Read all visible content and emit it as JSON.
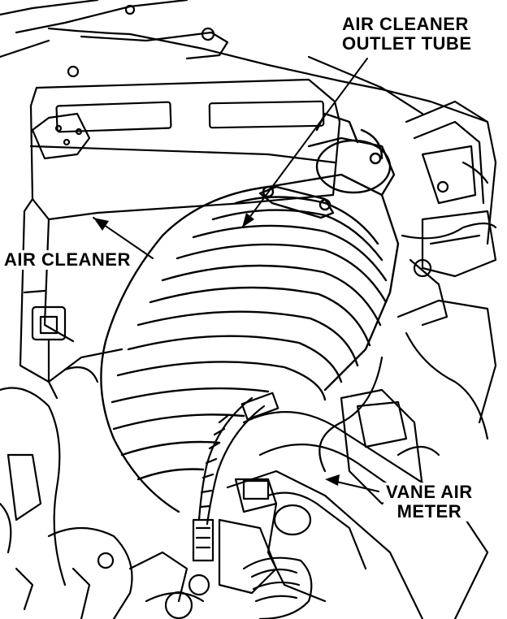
{
  "labels": {
    "outlet_tube": [
      "AIR CLEANER",
      "OUTLET TUBE"
    ],
    "air_cleaner": "AIR  CLEANER",
    "vane_meter": [
      "VANE AIR",
      "METER"
    ]
  },
  "colors": {
    "ink": "#000000",
    "paper": "#ffffff"
  }
}
